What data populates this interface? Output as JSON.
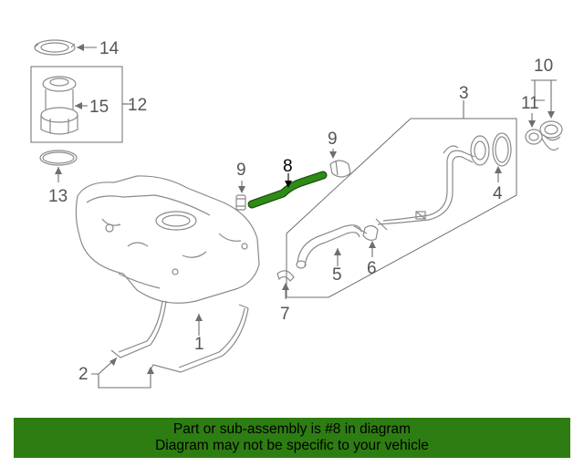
{
  "callouts": {
    "c1": "1",
    "c2": "2",
    "c3": "3",
    "c4": "4",
    "c5": "5",
    "c6": "6",
    "c7": "7",
    "c8": "8",
    "c9a": "9",
    "c9b": "9",
    "c10": "10",
    "c11": "11",
    "c12": "12",
    "c13": "13",
    "c14": "14",
    "c15": "15"
  },
  "highlight": {
    "part_number": "8",
    "color": "#2e7d12"
  },
  "banner": {
    "line1": "Part or sub-assembly is #8 in diagram",
    "line2": "Diagram may not be specific to your vehicle",
    "color": "#2e7d12"
  }
}
